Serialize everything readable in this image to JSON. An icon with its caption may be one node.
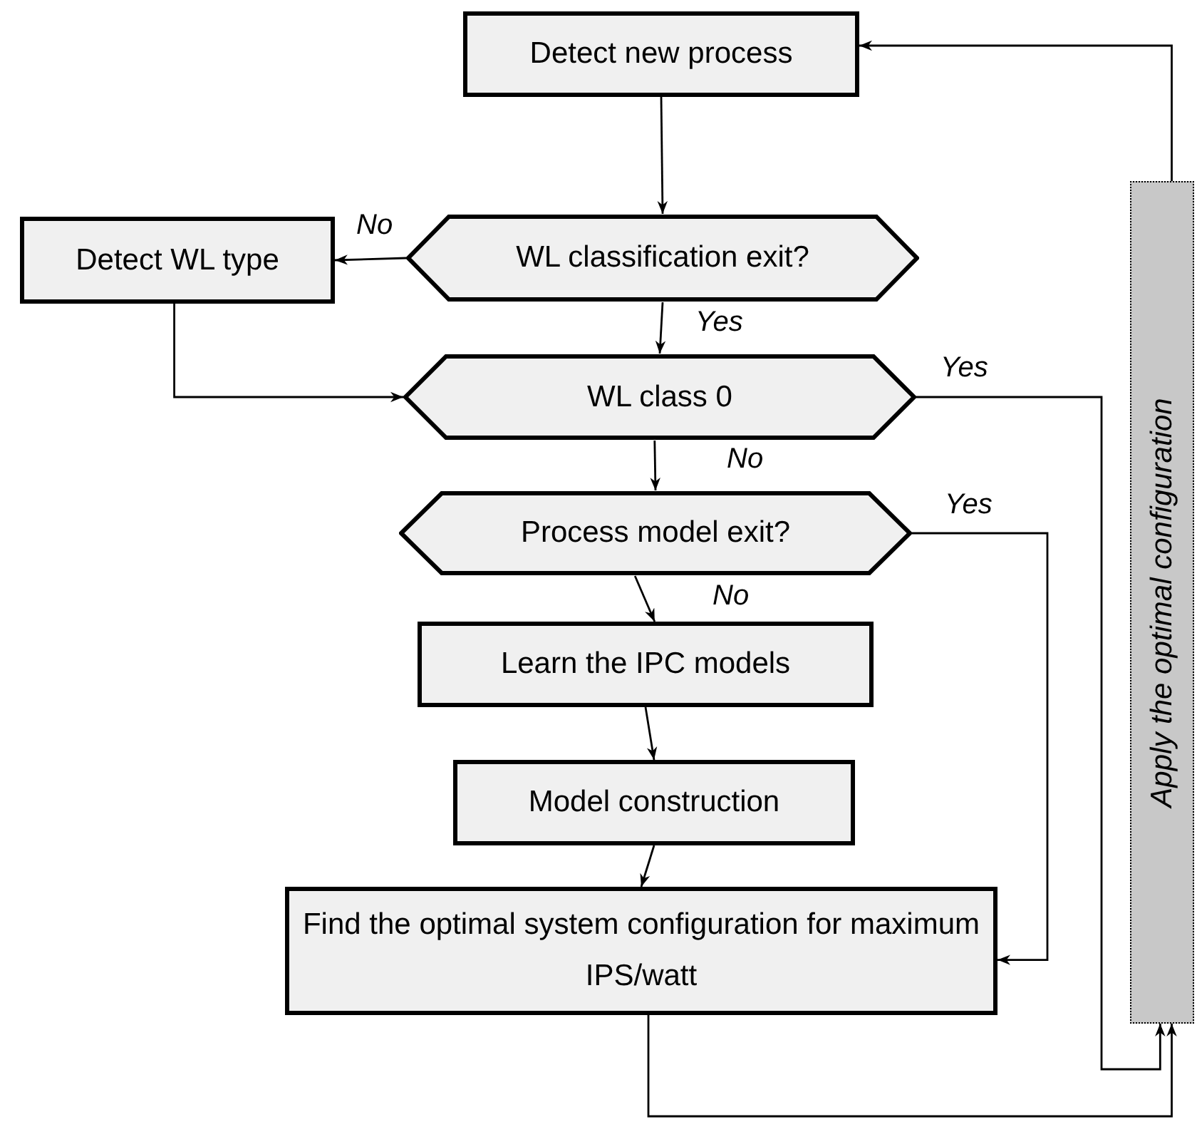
{
  "diagram": {
    "nodes": [
      {
        "text": [
          "Detect new process"
        ]
      },
      {
        "text": [
          "WL classification exit?"
        ]
      },
      {
        "text": [
          "Detect WL type"
        ]
      },
      {
        "text": [
          "WL class 0"
        ]
      },
      {
        "text": [
          "Process model exit?"
        ]
      },
      {
        "text": [
          "Learn the IPC models"
        ]
      },
      {
        "text": [
          "Model construction"
        ]
      },
      {
        "text": [
          "Find the optimal system configuration for maximum IPS/watt"
        ]
      },
      {
        "text": [
          "Apply the optimal configuration"
        ]
      }
    ],
    "edges": [
      {
        "from": 0,
        "to": 1,
        "arrow": "to"
      },
      {
        "from": 1,
        "to": 2,
        "arrow": "to",
        "label": "No"
      },
      {
        "from": 1,
        "to": 3,
        "arrow": "to",
        "label": "Yes"
      },
      {
        "from": 2,
        "to": 3,
        "arrow": "to"
      },
      {
        "from": 3,
        "to": 4,
        "arrow": "to",
        "label": "No"
      },
      {
        "from": 3,
        "to": 8,
        "arrow": "to",
        "label": "Yes"
      },
      {
        "from": 4,
        "to": 7,
        "arrow": "to",
        "label": "Yes"
      },
      {
        "from": 4,
        "to": 5,
        "arrow": "to",
        "label": "No"
      },
      {
        "from": 5,
        "to": 6,
        "arrow": "to"
      },
      {
        "from": 6,
        "to": 7,
        "arrow": "to"
      },
      {
        "from": 7,
        "to": 8,
        "arrow": "to"
      },
      {
        "from": 8,
        "to": 0,
        "arrow": "to"
      }
    ]
  }
}
